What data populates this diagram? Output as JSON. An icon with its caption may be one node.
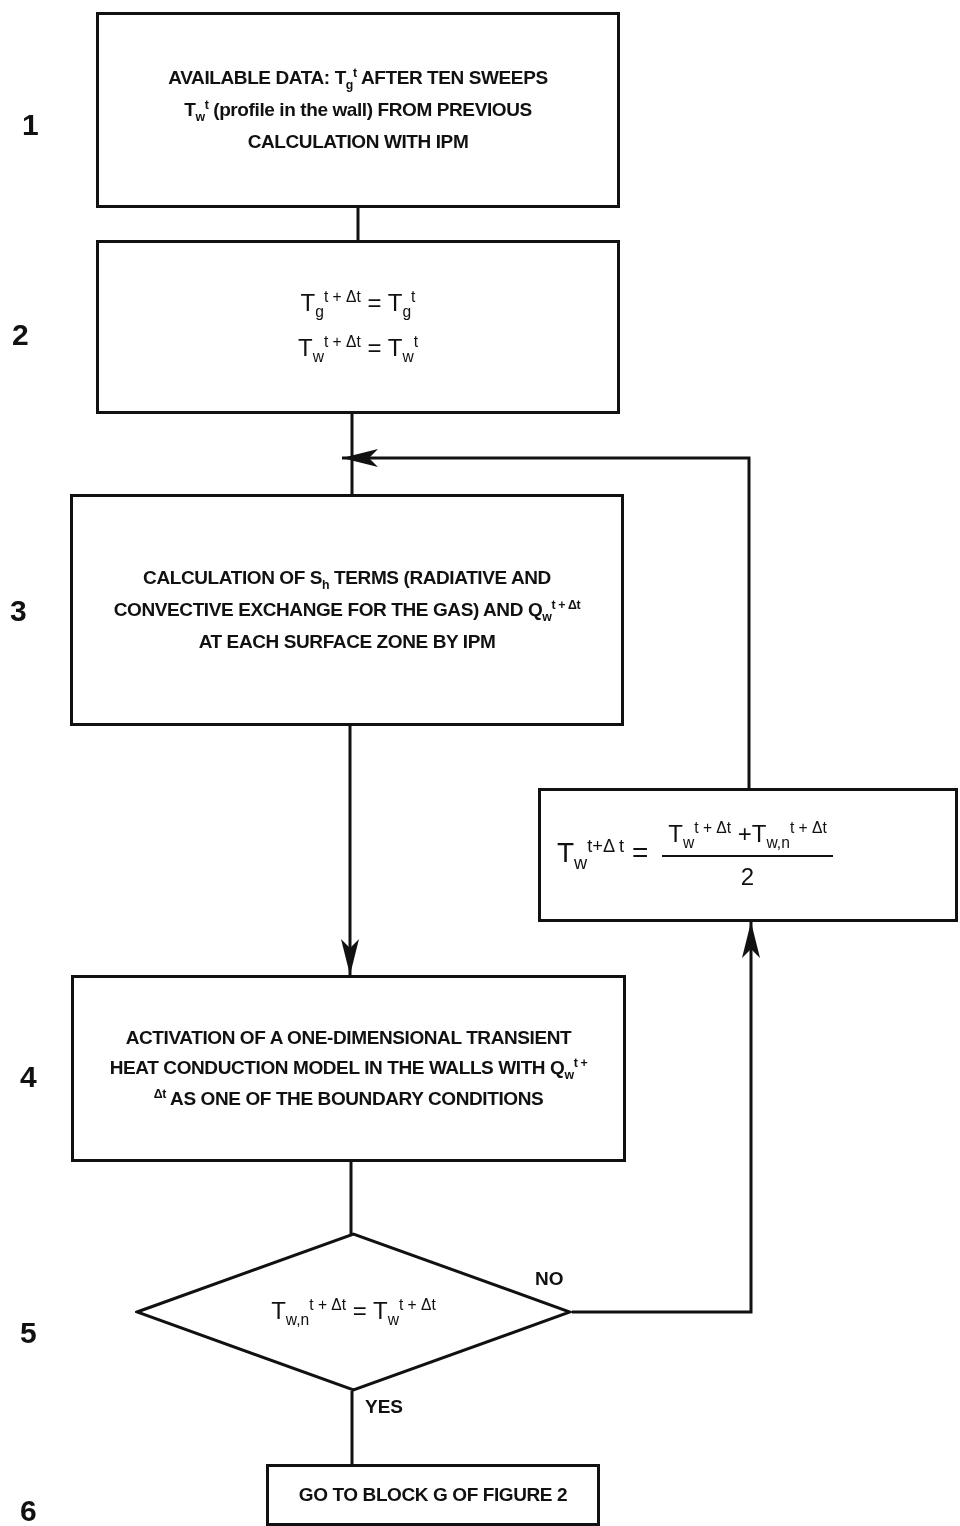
{
  "diagram": {
    "nodes": [
      {
        "text": [
          "AVAILABLE DATA: T$_{g}$$^{t}$ AFTER TEN SWEEPS T$_{w}$$^{t}$ (profile in the wall) FROM PREVIOUS CALCULATION WITH IPM"
        ]
      },
      {
        "text": [
          "T$_{g}$$^{t + Δt}$ = T$_{g}$$^{t}$",
          "T$_{w}$$^{t + Δt}$ = T$_{w}$$^{t}$"
        ]
      },
      {
        "text": [
          "CALCULATION OF S$_{h}$ TERMS (RADIATIVE AND CONVECTIVE EXCHANGE FOR THE GAS) AND Q$_{w}$$^{t + Δt}$ AT EACH SURFACE ZONE BY IPM"
        ]
      },
      {
        "text": [
          "T$_{w}$$^{t+Δ t}$ =",
          "T$_{w}$$^{t + Δt}$ +T$_{w,n}$$^{t + Δt}$",
          "2"
        ]
      },
      {
        "text": [
          "ACTIVATION OF A ONE-DIMENSIONAL TRANSIENT HEAT CONDUCTION MODEL IN THE WALLS WITH Q$_{w}$$^{t + Δt}$ AS ONE OF THE BOUNDARY CONDITIONS"
        ]
      },
      {
        "text": [
          "T$_{w,n}$$^{t + Δt}$ = T$_{w}$$^{t + Δt}$"
        ]
      },
      {
        "text": [
          "GO TO BLOCK G OF FIGURE 2"
        ]
      }
    ],
    "edges": [
      {
        "from": 0,
        "to": 1,
        "arrow": "none"
      },
      {
        "from": 1,
        "to": 2,
        "arrow": "none"
      },
      {
        "from": 3,
        "to": 2,
        "arrow": "to"
      },
      {
        "from": 2,
        "to": 4,
        "arrow": "to"
      },
      {
        "from": 4,
        "to": 5,
        "arrow": "none"
      },
      {
        "from": 5,
        "to": 3,
        "arrow": "to",
        "label": "NO"
      },
      {
        "from": 5,
        "to": 6,
        "arrow": "none",
        "label": "YES"
      }
    ],
    "labels": [
      "1",
      "2",
      "3",
      "4",
      "5",
      "6"
    ]
  }
}
